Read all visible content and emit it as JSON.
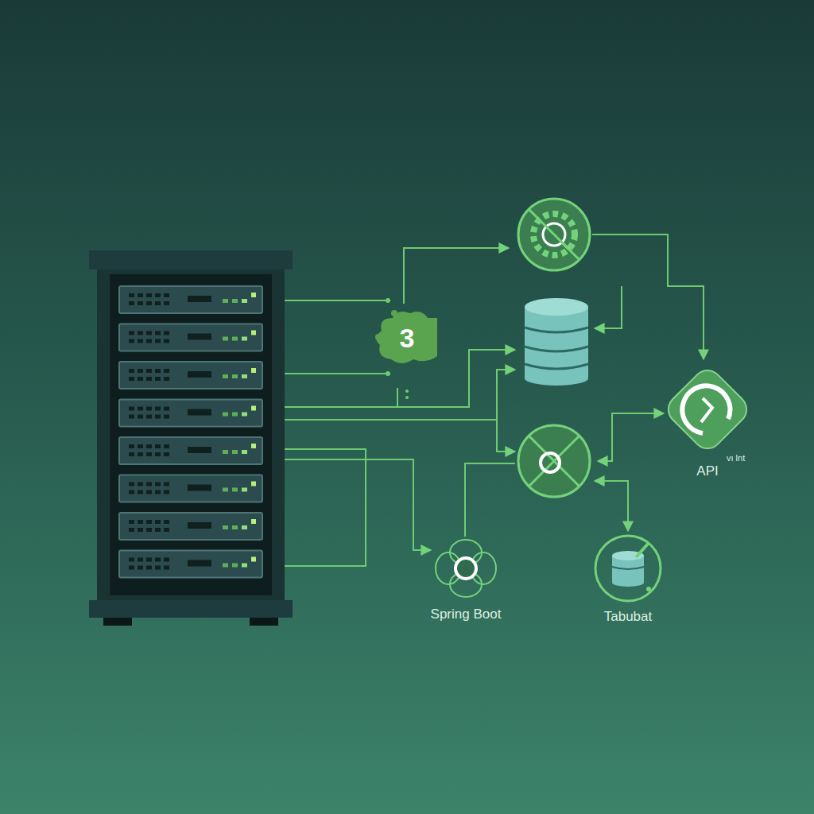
{
  "diagram": {
    "nodes": [
      {
        "text": [
          "3"
        ]
      },
      {
        "text": [
          "API"
        ]
      },
      {
        "text": [
          "Spring Boot"
        ]
      },
      {
        "text": [
          "Tabubat"
        ]
      }
    ],
    "labels": [
      "vı lnt"
    ]
  }
}
